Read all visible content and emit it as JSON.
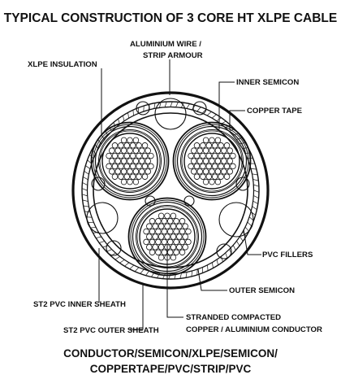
{
  "title": "TYPICAL CONSTRUCTION OF  3 CORE HT XLPE CABLE",
  "labels": {
    "aluminium_wire_1": "ALUMINIUM WIRE /",
    "aluminium_wire_2": "STRIP ARMOUR",
    "xlpe_insulation": "XLPE INSULATION",
    "inner_semicon": "INNER SEMICON",
    "copper_tape": "COPPER TAPE",
    "pvc_fillers": "PVC FILLERS",
    "outer_semicon": "OUTER SEMICON",
    "st2_inner_sheath": "ST2 PVC INNER SHEATH",
    "stranded_1": "STRANDED COMPACTED",
    "stranded_2": "COPPER / ALUMINIUM CONDUCTOR",
    "st2_outer_sheath": "ST2 PVC OUTER SHEATH"
  },
  "footer": {
    "line1": "CONDUCTOR/SEMICON/XLPE/SEMICON/",
    "line2": "COPPERTAPE/PVC/STRIP/PVC"
  },
  "colors": {
    "ink": "#111111",
    "background": "#ffffff"
  }
}
